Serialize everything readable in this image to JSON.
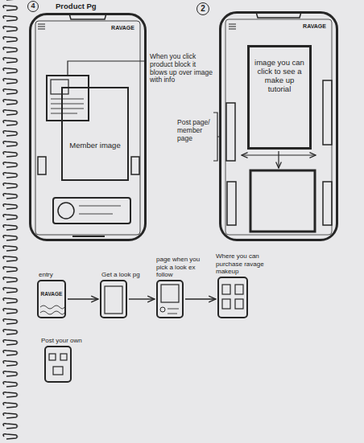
{
  "diagram": {
    "nodes": [
      {
        "text": [
          "Product Pg",
          "RAVAGE"
        ]
      },
      {
        "text": [
          "Member image"
        ],
        "in": 0
      },
      {
        "text": [
          "RAVAGE"
        ]
      },
      {
        "text": [
          "image you can click to see a make up tutorial"
        ],
        "in": 2
      },
      {
        "text": [
          "entry",
          "RAVAGE"
        ]
      },
      {
        "text": [
          "Get a look pg"
        ]
      },
      {
        "text": [
          "page when you pick a look ex follow"
        ]
      },
      {
        "text": [
          "Where you can purchase ravage makeup"
        ]
      },
      {
        "text": [
          "Post your own"
        ]
      }
    ],
    "edges": [
      {
        "from": 4,
        "to": 5,
        "arrow": "to"
      },
      {
        "from": 5,
        "to": 6,
        "arrow": "to"
      },
      {
        "from": 6,
        "to": 7,
        "arrow": "to"
      }
    ],
    "labels": [
      "4",
      "2",
      "When you click product block it blows up over image with info",
      "Post page/ member page"
    ]
  }
}
